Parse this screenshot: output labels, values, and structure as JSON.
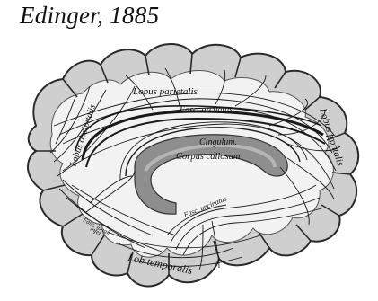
{
  "title": "Edinger, 1885",
  "labels": {
    "parietal": "Lobus parietalis",
    "arcuate": "Fasc. arcuatus",
    "frontal": "Lobus frontalis",
    "occipital": "Lobus occipitalis",
    "cingulum": "Cingulum.",
    "corpus": "Corpus callosum",
    "uncinate": "Fasc. uncinatus",
    "longit": "Fasc. longit",
    "infer": "infer",
    "temporal": "Lob.temporalis"
  },
  "colors": {
    "cortex": "#cfcfcf",
    "white_matter": "#f2f2f2",
    "corpus_callosum": "#8e8e8e",
    "outline": "#2a2a2a"
  }
}
